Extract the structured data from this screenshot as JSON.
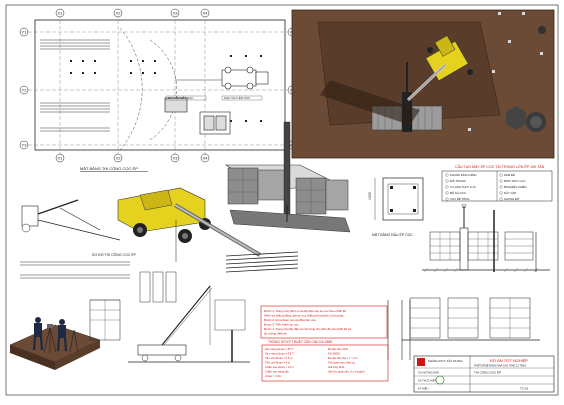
{
  "plan": {
    "grid_top": [
      "X1",
      "X2",
      "X3",
      "X4"
    ],
    "grid_bottom": [
      "X1",
      "X2",
      "X3",
      "X4"
    ],
    "grid_left": [
      "Y1",
      "Y2",
      "Y3"
    ],
    "grid_right": [
      "Y1",
      "Y2",
      "Y3"
    ],
    "caption": "MẶT BẰNG THI CÔNG CỌC ÉP",
    "zone_label_1": "BÃI TẬP KẾT CỌC",
    "zone_label_2": "KHU VỰC ÉP CỌC"
  },
  "perspective_caption": "SƠ ĐỒ THI CÔNG CỌC ÉP",
  "dimension": "1000",
  "plan_detail_caption": "MẶT BẰNG ĐẦU ÉP CỌC",
  "legend": {
    "title": "CẤU TẠO MÁY ÉP CỌC TẢI TRỌNG LỚN ÉP 150 TẤN",
    "items": [
      "KHUNG DẪN CHÍNH",
      "ĐỐI TRỌNG",
      "XI LANH THỦY LỰC",
      "BỘ GÁ CỌC",
      "CỌC BÊ TÔNG",
      "DẦM ĐẾ",
      "BƠM THỦY LỰC",
      "BÀN ĐIỀU KHIỂN",
      "DÂY CÁP",
      "KHUNG ĐỠ"
    ]
  },
  "notes": {
    "lines": [
      "Bước 1: Dùng máy định vị và lắp đặt máy ép cọc theo thiết kế",
      "Kiểm tra thăng bằng, giá ép cọc thẳng đứng theo 2 phương",
      "Bước 2: Đưa đoạn cọc ép đầu tiên vào",
      "Bước 3: Tiến hành ép cọc",
      "Bước 4: Dùng cẩu lắp đặt cọc lên lồng cho đến độ sâu thiết kế và",
      "đo lường thiết kế"
    ]
  },
  "specs": {
    "title": "THÔNG SỐ KỸ THUẬT CẦN CẨU KA-2556",
    "col1": [
      "Sức nâng Qmax = 25 T",
      "Sức nâng Qmax = 4,5 T",
      "Tầm với Rmax = 5,5 m",
      "Tầm với Rmax = 9 m",
      "Chiều cao Hmax = 14 m",
      "Chiều cao nâng cần",
      "Hmax = 4,5m"
    ],
    "col2": [
      "Độ dài cần chính",
      "KS-2561K",
      "Độ dài cần phụ L = 7,3 m",
      "Thời gian thực hiện ca",
      "Giá máy KHS",
      "Vận tốc quay cần: 0,1 vòng/ph"
    ]
  },
  "title_block": {
    "company": "KHÁNH DUY XÂY DỰNG",
    "project": "ĐỒ ÁN TỐT NGHIỆP",
    "subtitle": "THIẾT KẾ BỆ MÓNG NHÀ CAO TẦNG 12 TẦNG",
    "drawing": "THI CÔNG CỌC ÉP",
    "row1": "GV HƯỚNG DẪN",
    "row2": "SV THỰC HIỆN",
    "row3": "KÝ HIỆU",
    "sheet_no": "TC-01"
  },
  "colors": {
    "site_ground": "#6b4a36",
    "crane_yellow": "#e4d21e",
    "red_notes": "#d01515",
    "green_stamp": "#3a8a3a"
  }
}
